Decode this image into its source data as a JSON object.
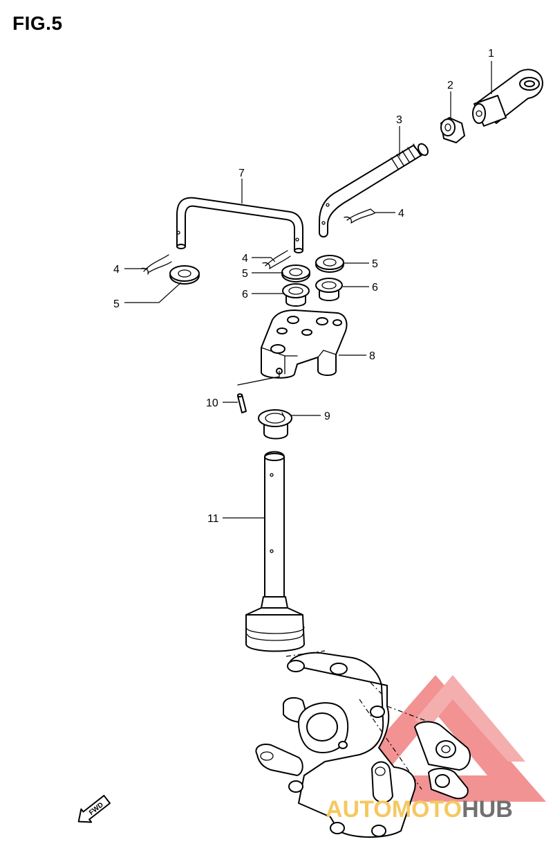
{
  "figure": {
    "title": "FIG.5"
  },
  "callouts": [
    {
      "id": "c1",
      "label": "1"
    },
    {
      "id": "c2",
      "label": "2"
    },
    {
      "id": "c3",
      "label": "3"
    },
    {
      "id": "c4a",
      "label": "4"
    },
    {
      "id": "c4b",
      "label": "4"
    },
    {
      "id": "c4c",
      "label": "4"
    },
    {
      "id": "c5a",
      "label": "5"
    },
    {
      "id": "c5b",
      "label": "5"
    },
    {
      "id": "c5c",
      "label": "5"
    },
    {
      "id": "c6a",
      "label": "6"
    },
    {
      "id": "c6b",
      "label": "6"
    },
    {
      "id": "c7",
      "label": "7"
    },
    {
      "id": "c8",
      "label": "8"
    },
    {
      "id": "c9",
      "label": "9"
    },
    {
      "id": "c10",
      "label": "10"
    },
    {
      "id": "c11",
      "label": "11"
    }
  ],
  "direction_marker": {
    "label": "FWD"
  },
  "watermark": {
    "parts": [
      "AUTO",
      "MOTO",
      "HUB"
    ],
    "colors": {
      "logo": "#f08080",
      "auto": "#f5c860",
      "moto": "#f5c860",
      "hub": "#707070"
    }
  }
}
